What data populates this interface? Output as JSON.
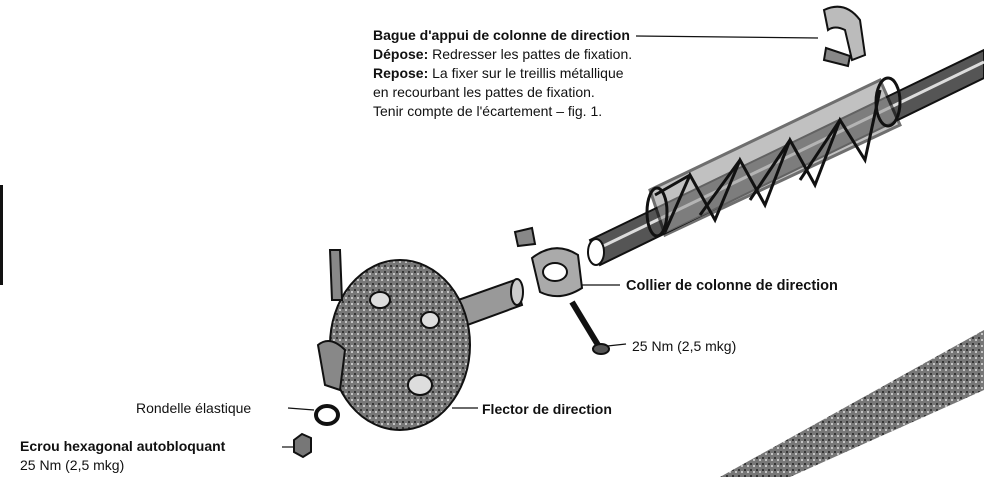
{
  "labels": {
    "bague": {
      "title": "Bague d'appui de colonne de direction",
      "depose_label": "Dépose:",
      "depose_text": " Redresser les pattes de fixation.",
      "repose_label": "Repose:",
      "repose_text": " La fixer sur le treillis métallique",
      "line4": "en recourbant les pattes de fixation.",
      "line5": "Tenir compte de l'écartement – fig. 1."
    },
    "collier": "Collier de colonne de direction",
    "collier_torque": "25 Nm (2,5 mkg)",
    "flector": "Flector de direction",
    "rondelle": "Rondelle élastique",
    "ecrou": "Ecrou hexagonal autobloquant",
    "ecrou_torque": "25 Nm (2,5 mkg)"
  }
}
